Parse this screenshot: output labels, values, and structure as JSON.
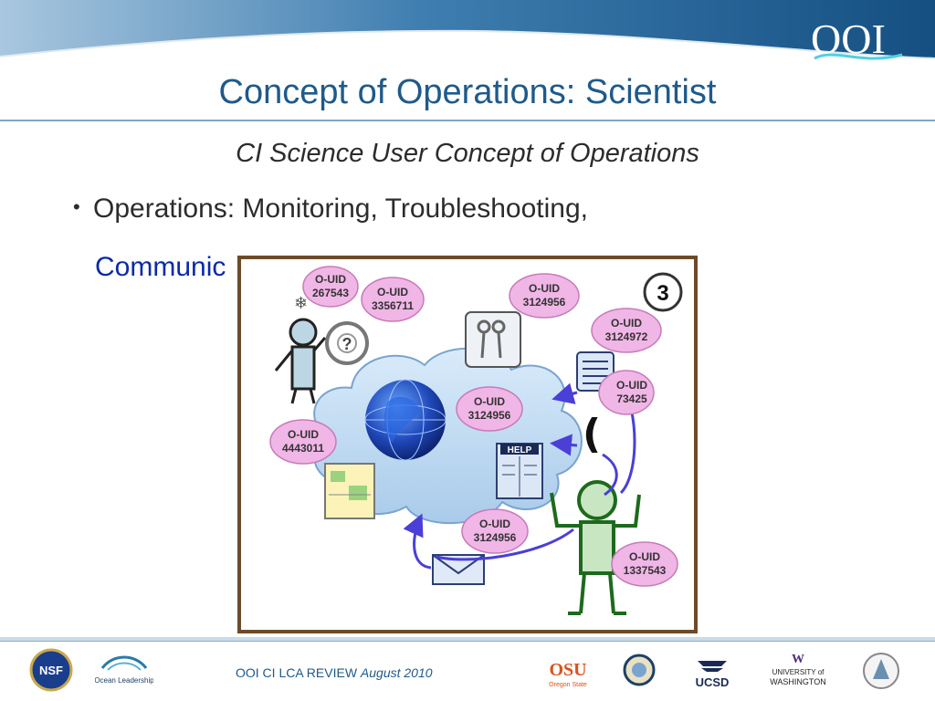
{
  "header": {
    "title": "Concept of Operations: Scientist",
    "logo_text": "OOI"
  },
  "subtitle": "CI Science User Concept of Operations",
  "bullets": {
    "line1": "Operations: Monitoring, Troubleshooting,",
    "line2": "Communic"
  },
  "diagram": {
    "badge": "3",
    "bubble_label": "O-UID",
    "bubbles": [
      "267543",
      "3356711",
      "3124956",
      "3124972",
      "73425",
      "3124956",
      "4443011",
      "3124956",
      "1337543"
    ],
    "help_label": "HELP"
  },
  "footer": {
    "review_label": "OOI CI LCA REVIEW",
    "date": "August 2010",
    "logos": {
      "nsf": "NSF",
      "ocean_leadership": "Ocean Leadership",
      "osu": "OSU",
      "osu_sub": "Oregon State",
      "ucsd": "UCSD",
      "uw_top": "W",
      "uw_line1": "UNIVERSITY of",
      "uw_line2": "WASHINGTON"
    }
  },
  "colors": {
    "title_blue": "#1f5a8a",
    "header_dark": "#1d5a8e",
    "bubble_pink": "#f0b6e6",
    "link_blue": "#0b2aa6"
  }
}
